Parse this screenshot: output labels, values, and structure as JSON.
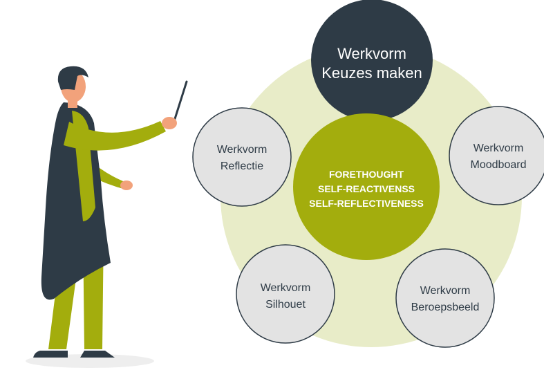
{
  "colors": {
    "outer_ring": "#e8ecc8",
    "center_circle": "#a3ad0d",
    "top_circle": "#2e3b46",
    "satellite_fill": "#e3e3e3",
    "satellite_stroke": "#2e3b46",
    "satellite_text": "#2e3b46",
    "figure_jacket": "#2e3b46",
    "figure_clothes": "#a3ad0d",
    "figure_skin": "#f2a27b",
    "floor_shadow": "#eeeeee"
  },
  "center": {
    "line1": "FORETHOUGHT",
    "line2": "SELF-REACTIVENSS",
    "line3": "SELF-REFLECTIVENESS"
  },
  "top": {
    "line1": "Werkvorm",
    "line2": "Keuzes maken"
  },
  "reflectie": {
    "line1": "Werkvorm",
    "line2": "Reflectie"
  },
  "moodboard": {
    "line1": "Werkvorm",
    "line2": "Moodboard"
  },
  "silhouet": {
    "line1": "Werkvorm",
    "line2": "Silhouet"
  },
  "beroepsbeeld": {
    "line1": "Werkvorm",
    "line2": "Beroepsbeeld"
  }
}
